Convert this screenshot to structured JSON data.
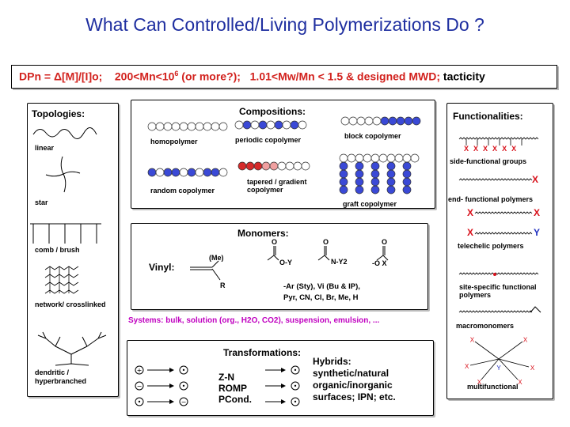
{
  "title": "What Can Controlled/Living Polymerizations Do ?",
  "criteria": {
    "dp_label": "DPn = Δ[M]/[I]o;",
    "mn_label": "200<Mn<10",
    "mn_exp": "6",
    "mn_tail": " (or more?);",
    "mwd_label": "1.01<Mw/Mn < 1.5 & designed MWD;",
    "tacticity": " tacticity"
  },
  "topologies": {
    "header": "Topologies:",
    "items": [
      "linear",
      "star",
      "comb / brush",
      "network/ crosslinked",
      "dendritic / hyperbranched"
    ]
  },
  "compositions": {
    "header": "Compositions:",
    "items": [
      "homopolymer",
      "periodic copolymer",
      "block copolymer",
      "random copolymer",
      "tapered / gradient copolymer",
      "graft copolymer"
    ]
  },
  "monomers": {
    "header": "Monomers:",
    "vinyl": "Vinyl:",
    "me": "(Me)",
    "r": "R",
    "ester": "O-Y",
    "amide": "N-Y2",
    "acyloxy": "-O   X",
    "oxygen": "O",
    "substituents_1": "-Ar (Sty), Vi (Bu & IP),",
    "substituents_2": "Pyr, CN, Cl, Br, Me, H"
  },
  "systems": "Systems: bulk, solution (org., H2O, CO2), suspension, emulsion, ...",
  "transformations": {
    "header": "Transformations:",
    "methods": [
      "Z-N",
      "ROMP",
      "PCond."
    ],
    "hybrids_header": "Hybrids:",
    "hybrids": [
      "synthetic/natural",
      "organic/inorganic",
      "surfaces; IPN; etc."
    ],
    "left_symbols": [
      "+",
      "−",
      "•"
    ],
    "mid_symbols": [
      "•",
      "•",
      "−"
    ],
    "right_symbols": [
      "•",
      "•",
      "•"
    ]
  },
  "functionalities": {
    "header": "Functionalities:",
    "items": [
      "side-functional groups",
      "end- functional polymers",
      "telechelic polymers",
      "site-specific functional polymers",
      "macromonomers",
      "multifunctional"
    ],
    "x_mark": "X",
    "y_mark": "Y",
    "side_x": [
      "X",
      "X",
      "X",
      "X",
      "X",
      "X"
    ]
  },
  "colors": {
    "title": "#1f2fa0",
    "criteria": "#d2221e",
    "systems": "#c000c0",
    "bead_blue": "#3a49d6",
    "bead_red": "#d62a2a",
    "func_red": "#d8101a",
    "func_blue": "#2030c0"
  }
}
